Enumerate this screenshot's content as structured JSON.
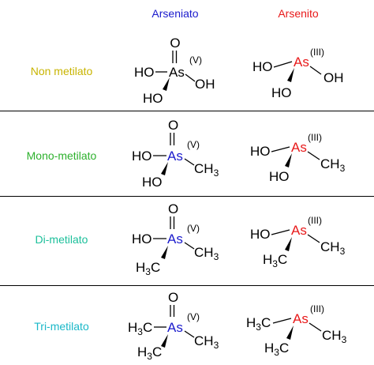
{
  "headers": {
    "arsenate": {
      "label": "Arseniato",
      "color": "#1a1acc"
    },
    "arsenite": {
      "label": "Arsenito",
      "color": "#e8191a"
    }
  },
  "rows": [
    {
      "label": "Non metilato",
      "color": "#c8b400"
    },
    {
      "label": "Mono-metilato",
      "color": "#2db12d"
    },
    {
      "label": "Di-metilato",
      "color": "#1bbf9a"
    },
    {
      "label": "Tri-metilato",
      "color": "#1ab8c8"
    }
  ],
  "structures": {
    "oxygen": "O",
    "hydroxyl_left": "HO",
    "hydroxyl_right": "OH",
    "methyl_right": "CH",
    "methyl_left_h": "H",
    "methyl_left_c": "C",
    "methyl_sub": "3",
    "arsenic": "As",
    "ox_state_v": "(V)",
    "ox_state_iii": "(III)"
  },
  "colors": {
    "bond": "#000000",
    "divider": "#000000"
  }
}
